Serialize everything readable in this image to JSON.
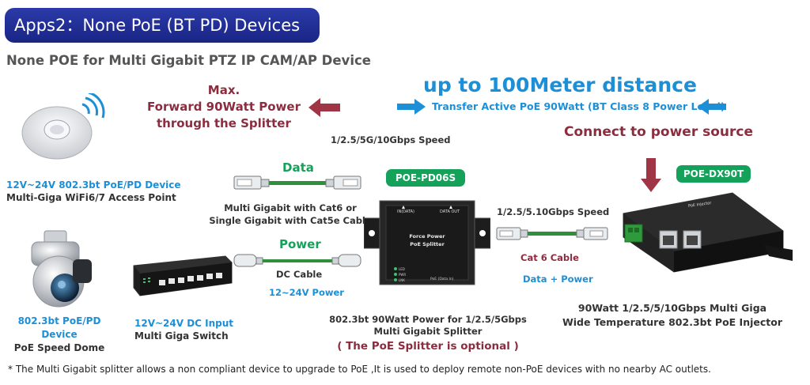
{
  "title": "Apps2：None PoE (BT PD) Devices",
  "subtitle": "None POE for Multi Gigabit PTZ IP CAM/AP Device",
  "max_forward": {
    "line1": "Max.",
    "line2": "Forward 90Watt Power",
    "line3": "through the Splitter"
  },
  "distance": {
    "headline": "up to 100Meter distance",
    "detail": "Transfer Active PoE 90Watt (BT Class 8 Power Level)"
  },
  "connect_power": "Connect to power source",
  "speed_top": "1/2.5/5G/10Gbps  Speed",
  "speed_right": "1/2.5/5.10Gbps  Speed",
  "ap": {
    "line1": "12V~24V 802.3bt PoE/PD Device",
    "line2": "Multi-Giga WiFi6/7 Access Point"
  },
  "data_label": "Data",
  "cable_note": {
    "line1": "Multi Gigabit with Cat6 or",
    "line2": "Single Gigabit with Cat5e Cable"
  },
  "power_label": "Power",
  "dc_cable": "DC Cable",
  "dc_voltage": "12~24V Power",
  "splitter": {
    "badge": "POE-PD06S",
    "panel_line1": "Force Power",
    "panel_line2": "PoE Splitter",
    "port_in": "IN(DATA)",
    "port_out": "DATA OUT",
    "led1": "LED",
    "led2": "PWR",
    "led3": "LNK",
    "bottom_text": "PoE (Data In)",
    "caption1": "802.3bt 90Watt Power for 1/2.5/5Gbps",
    "caption2": "Multi Gigabit Splitter",
    "optional": "( The PoE Splitter is optional )"
  },
  "cat6": {
    "label": "Cat 6 Cable",
    "data_power": "Data + Power"
  },
  "injector": {
    "badge": "POE-DX90T",
    "device_label": "PoE Injector",
    "caption1": "90Watt 1/2.5/5/10Gbps Multi Giga",
    "caption2": "Wide Temperature 802.3bt PoE Injector"
  },
  "dome": {
    "line1": "802.3bt PoE/PD Device",
    "line2": "PoE Speed Dome"
  },
  "switch": {
    "line1": "12V~24V DC Input",
    "line2": "Multi Giga Switch"
  },
  "footnote": "* The Multi Gigabit splitter allows a non compliant device to upgrade to PoE ,It is used to deploy remote non-PoE devices with no nearby AC outlets.",
  "colors": {
    "title_bg": "#1a2585",
    "maroon": "#8b2d3f",
    "blue": "#1d8fd6",
    "green": "#14a25a",
    "cable_green": "#2f8f3a"
  }
}
